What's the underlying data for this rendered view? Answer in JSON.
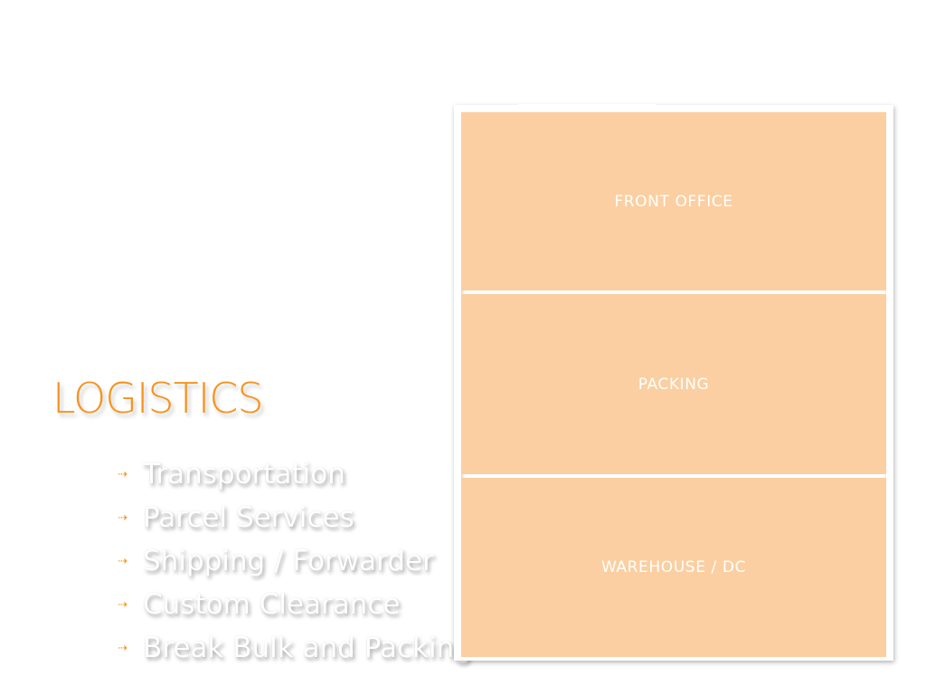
{
  "slide": {
    "heading": "LOGISTICS",
    "bullet_icon": "arrow-right-icon",
    "bullets": [
      "Transportation",
      "Parcel Services",
      "Shipping / Forwarder",
      "Custom Clearance",
      "Break Bulk and Packing"
    ]
  },
  "floor_plan": {
    "rooms": [
      "FRONT OFFICE",
      "PACKING",
      "WAREHOUSE / DC"
    ]
  },
  "colors": {
    "accent": "#f7931e",
    "room_fill": "#fbcfa1",
    "wall": "#ffffff"
  }
}
